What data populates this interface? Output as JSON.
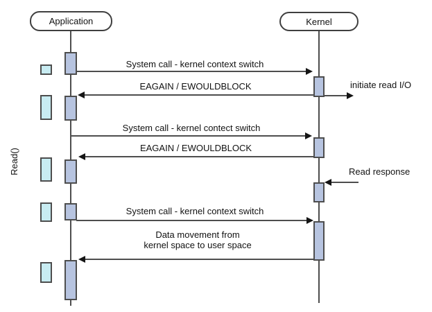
{
  "diagram": {
    "actors": [
      {
        "label": "Application"
      },
      {
        "label": "Kernel"
      }
    ],
    "axis_label": "Read()",
    "messages": [
      {
        "label": "System call - kernel context switch",
        "direction": "right"
      },
      {
        "label": "EAGAIN / EWOULDBLOCK",
        "direction": "left"
      },
      {
        "label": "initiate read I/O",
        "direction": "right"
      },
      {
        "label": "System call - kernel contect switch",
        "direction": "right"
      },
      {
        "label": "EAGAIN / EWOULDBLOCK",
        "direction": "left"
      },
      {
        "label": "Read response",
        "direction": "left"
      },
      {
        "label": "System call - kernel context switch",
        "direction": "right"
      },
      {
        "label": "Data movement from\nkernel space to user space",
        "direction": "left"
      }
    ],
    "colors": {
      "background": "#ffffff",
      "line": "#4d4d4d",
      "activation_fill": "#b7c4e0",
      "buffer_fill": "#c8ecf2"
    }
  }
}
